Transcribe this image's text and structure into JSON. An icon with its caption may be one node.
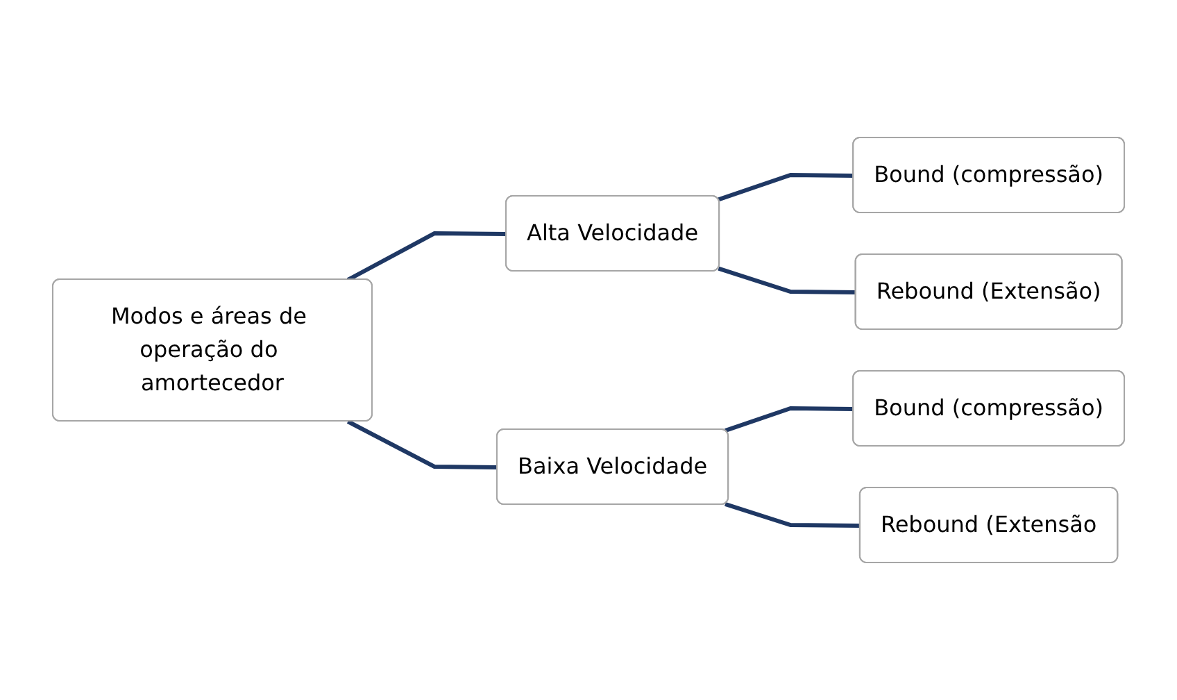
{
  "diagram": {
    "nodes": [
      {
        "text": [
          "Modos e áreas de operação do amortecedor"
        ]
      },
      {
        "text": [
          "Alta Velocidade"
        ]
      },
      {
        "text": [
          "Bound (compressão)"
        ]
      },
      {
        "text": [
          "Rebound (Extensão)"
        ]
      },
      {
        "text": [
          "Baixa Velocidade"
        ]
      },
      {
        "text": [
          "Bound (compressão)"
        ]
      },
      {
        "text": [
          "Rebound (Extensão"
        ]
      }
    ],
    "edges": [
      {
        "from": 0,
        "to": 1,
        "arrow": "none"
      },
      {
        "from": 0,
        "to": 4,
        "arrow": "none"
      },
      {
        "from": 1,
        "to": 2,
        "arrow": "none"
      },
      {
        "from": 1,
        "to": 3,
        "arrow": "none"
      },
      {
        "from": 4,
        "to": 5,
        "arrow": "none"
      },
      {
        "from": 4,
        "to": 6,
        "arrow": "none"
      }
    ]
  }
}
